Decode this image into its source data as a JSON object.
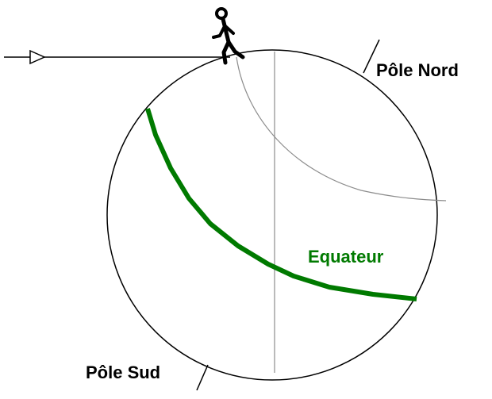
{
  "labels": {
    "north_pole": "Pôle Nord",
    "south_pole": "Pôle Sud",
    "equator": "Equateur"
  },
  "colors": {
    "outline": "#000000",
    "equator": "#007a00",
    "meridian": "#8c8c8c",
    "text": "#000000"
  },
  "icons": {
    "walker": "walking-person-icon",
    "arrow": "arrowhead-icon"
  }
}
